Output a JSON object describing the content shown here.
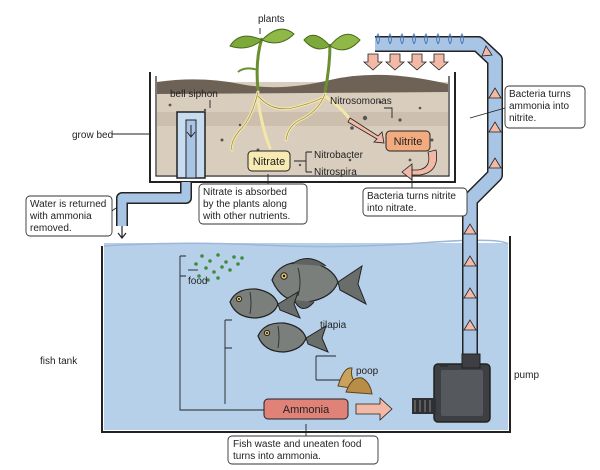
{
  "labels": {
    "plants": "plants",
    "bell_siphon": "bell siphon",
    "grow_bed": "grow bed",
    "nitrosomonas": "Nitrosomonas",
    "nitrite": "Nitrite",
    "nitrate": "Nitrate",
    "nitrobacter": "Nitrobacter",
    "nitrospira": "Nitrospira",
    "food": "food",
    "tilapia": "tilapia",
    "poop": "poop",
    "fish_tank": "fish tank",
    "ammonia": "Ammonia",
    "pump": "pump"
  },
  "captions": {
    "water_returned": [
      "Water is returned",
      "with ammonia",
      "removed."
    ],
    "nitrate_absorbed": [
      "Nitrate is absorbed",
      "by the plants along",
      "with other nutrients."
    ],
    "bacteria_nitrite_nitrate": [
      "Bacteria turns nitrite",
      "into nitrate."
    ],
    "bacteria_ammonia_nitrite": [
      "Bacteria turns",
      "ammonia into",
      "nitrite."
    ],
    "fish_waste": [
      "Fish waste and uneaten food",
      "turns into ammonia."
    ]
  },
  "colors": {
    "water": "#b7d0ea",
    "pipe": "#a9c5e6",
    "soil": "#d9cdbd",
    "plant": "#7da83a",
    "ammonia_box": "#e08278",
    "nitrite_box": "#f2ab7f",
    "nitrate_box": "#f7eab3",
    "arrow": "#f2b9a6"
  }
}
